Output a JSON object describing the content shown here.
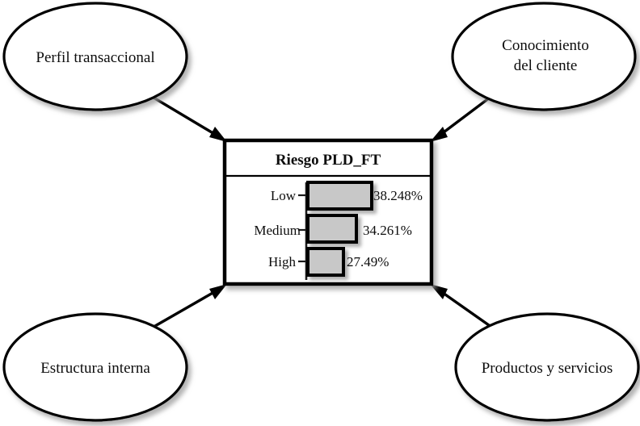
{
  "diagram": {
    "title": "Riesgo PLD_FT",
    "nodes": [
      {
        "id": "perfil-transaccional",
        "label_lines": [
          "Perfil transaccional"
        ],
        "position": "top-left"
      },
      {
        "id": "conocimiento-del-cliente",
        "label_lines": [
          "Conocimiento",
          "del cliente"
        ],
        "position": "top-right"
      },
      {
        "id": "estructura-interna",
        "label_lines": [
          "Estructura interna"
        ],
        "position": "bottom-left"
      },
      {
        "id": "productos-y-servicios",
        "label_lines": [
          "Productos y servicios"
        ],
        "position": "bottom-right"
      }
    ],
    "edges": [
      {
        "from": "perfil-transaccional",
        "to": "riesgo-panel",
        "arrow": "to"
      },
      {
        "from": "conocimiento-del-cliente",
        "to": "riesgo-panel",
        "arrow": "to"
      },
      {
        "from": "estructura-interna",
        "to": "riesgo-panel",
        "arrow": "to"
      },
      {
        "from": "productos-y-servicios",
        "to": "riesgo-panel",
        "arrow": "to"
      }
    ],
    "colors": {
      "stroke": "#000000",
      "text": "#0d0d0d",
      "bar_fill": "#c8c8c8",
      "bar_stroke": "#000000",
      "background": "#ffffff"
    }
  },
  "chart_data": {
    "type": "bar",
    "title": "Riesgo PLD_FT",
    "orientation": "horizontal",
    "categories": [
      "Low",
      "Medium",
      "High"
    ],
    "values": [
      38.248,
      34.261,
      27.49
    ],
    "value_labels": [
      "38.248%",
      "34.261%",
      "27.49%"
    ],
    "xlabel": "",
    "ylabel": "",
    "xlim": [
      0,
      38.248
    ],
    "grid": false,
    "legend": false,
    "unit": "%"
  }
}
